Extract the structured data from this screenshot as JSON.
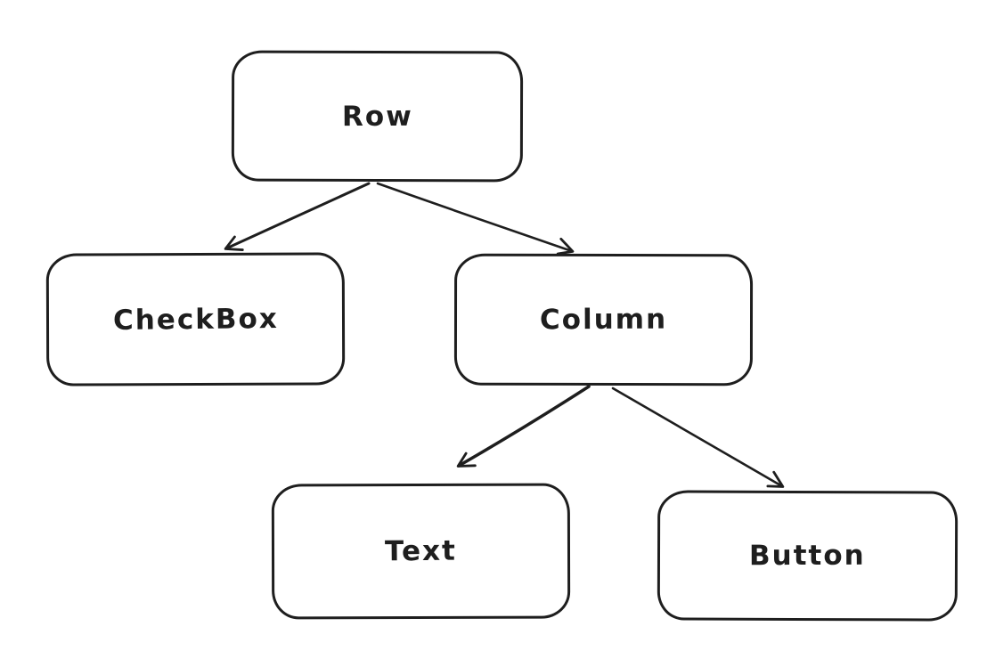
{
  "colors": {
    "stroke": "#1e1e1e",
    "node_fill": "#ffffff",
    "background": "#ffffff"
  },
  "diagram": {
    "type": "tree",
    "style": "hand-drawn whiteboard sketch",
    "nodes": [
      {
        "id": "row",
        "label": "Row"
      },
      {
        "id": "checkbox",
        "label": "CheckBox"
      },
      {
        "id": "column",
        "label": "Column"
      },
      {
        "id": "text",
        "label": "Text"
      },
      {
        "id": "button",
        "label": "Button"
      }
    ],
    "edges": [
      {
        "from": "row",
        "to": "checkbox"
      },
      {
        "from": "row",
        "to": "column"
      },
      {
        "from": "column",
        "to": "text"
      },
      {
        "from": "column",
        "to": "button"
      }
    ]
  }
}
